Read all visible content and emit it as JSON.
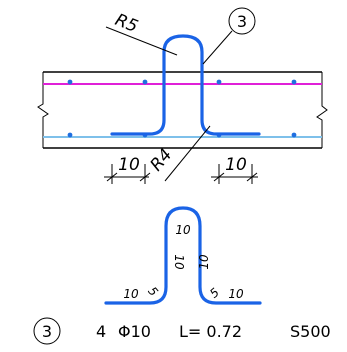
{
  "section": {
    "bend_radius_top": "R5",
    "bend_radius_bottom": "R4",
    "bar_mark": "3",
    "dim_left": "10",
    "dim_right": "10"
  },
  "shape": {
    "top_length": "10",
    "leg_left": "10",
    "leg_right": "10",
    "angle_left": "5",
    "angle_right": "5",
    "foot_left": "10",
    "foot_right": "10"
  },
  "schedule": {
    "mark": "3",
    "count": "4",
    "diameter_symbol": "Φ10",
    "length": "L= 0.72",
    "steel_grade": "S500"
  },
  "colors": {
    "bar": "#1a63e6",
    "top_rebar": "#e020d8",
    "bottom_rebar": "#7ec0ea",
    "rebar_dot": "#1f6fe0"
  }
}
